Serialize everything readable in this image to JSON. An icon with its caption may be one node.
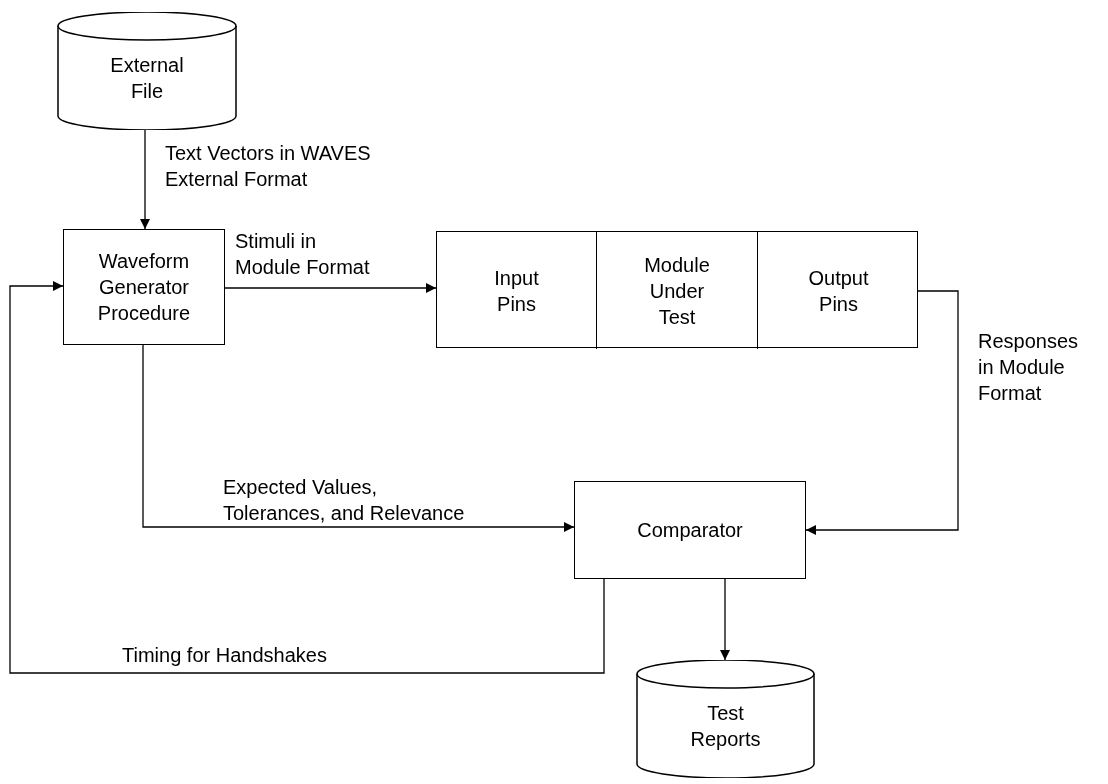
{
  "diagram": {
    "nodes": [
      {
        "text": [
          "External File"
        ]
      },
      {
        "text": [
          "Waveform Generator Procedure"
        ]
      },
      {
        "text": [],
        "shape": "box"
      },
      {
        "text": [
          "Input Pins"
        ],
        "in": 2
      },
      {
        "text": [
          "Module Under Test"
        ],
        "in": 2
      },
      {
        "text": [
          "Output Pins"
        ],
        "in": 2
      },
      {
        "text": [
          "Comparator"
        ]
      },
      {
        "text": [
          "Test Reports"
        ]
      }
    ],
    "edges": [
      {
        "from": 0,
        "to": 1,
        "arrow": "to",
        "label": "Text Vectors in WAVES External Format"
      },
      {
        "from": 1,
        "to": 3,
        "arrow": "to",
        "label": "Stimuli in Module Format"
      },
      {
        "from": 1,
        "to": 6,
        "arrow": "to",
        "label": "Expected Values, Tolerances, and Relevance"
      },
      {
        "from": 5,
        "to": 6,
        "arrow": "to",
        "label": "Responses in Module Format"
      },
      {
        "from": 6,
        "to": 7,
        "arrow": "to"
      },
      {
        "from": 6,
        "to": 1,
        "arrow": "to",
        "label": "Timing for Handshakes"
      }
    ]
  }
}
